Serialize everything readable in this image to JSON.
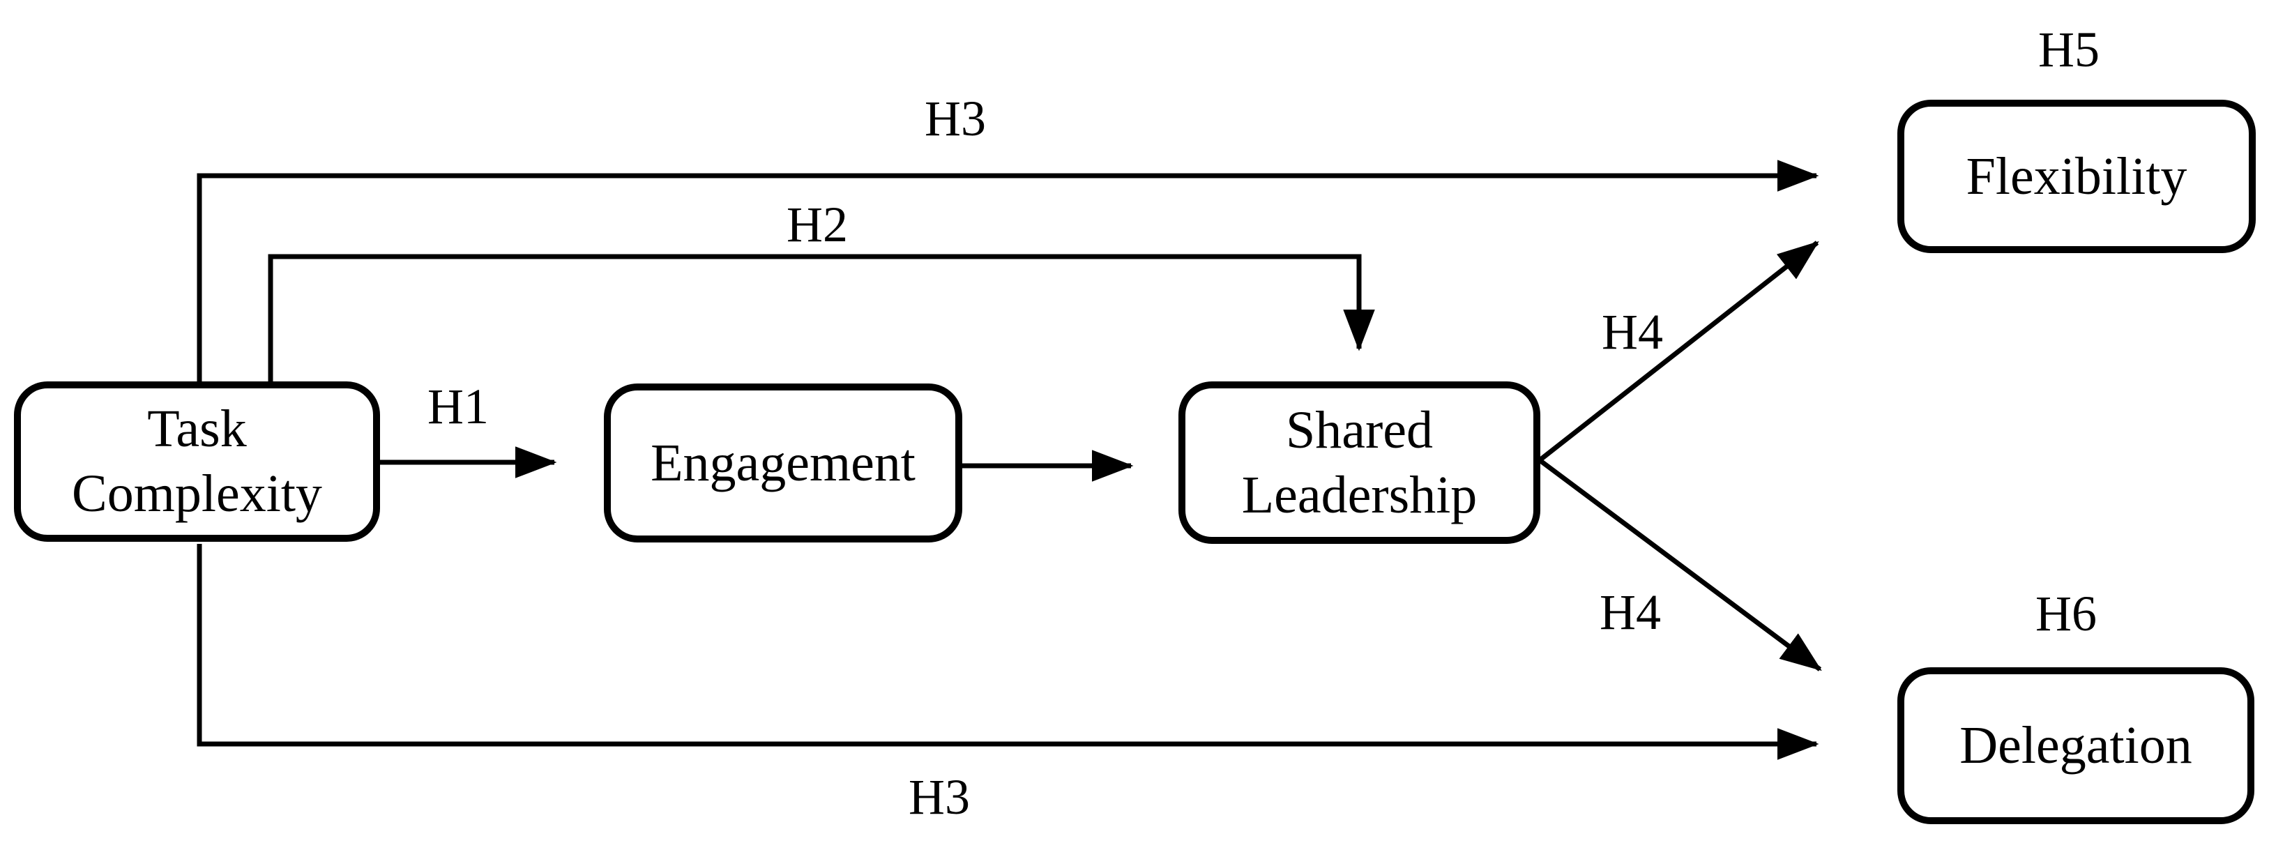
{
  "figure": {
    "background": "#ffffff",
    "ink": "#000000",
    "nodes": {
      "task_complexity": {
        "label": "Task\nComplexity"
      },
      "engagement": {
        "label": "Engagement"
      },
      "shared_leadership": {
        "label": "Shared\nLeadership"
      },
      "flexibility": {
        "label": "Flexibility"
      },
      "delegation": {
        "label": "Delegation"
      }
    },
    "hypothesis_labels": {
      "h1": "H1",
      "h2": "H2",
      "h3_top": "H3",
      "h3_bottom": "H3",
      "h4_upper": "H4",
      "h4_lower": "H4",
      "h5": "H5",
      "h6": "H6"
    },
    "edges": [
      {
        "from": "Task Complexity",
        "to": "Engagement",
        "hypothesis": "H1",
        "style": "straight-arrow"
      },
      {
        "from": "Engagement",
        "to": "Shared Leadership",
        "hypothesis": "",
        "style": "straight-arrow"
      },
      {
        "from": "Task Complexity",
        "to": "Shared Leadership",
        "hypothesis": "H2",
        "style": "elbow-arrow-over-top"
      },
      {
        "from": "Task Complexity",
        "to": "Flexibility",
        "hypothesis": "H3",
        "style": "elbow-arrow-over-top"
      },
      {
        "from": "Task Complexity",
        "to": "Delegation",
        "hypothesis": "H3",
        "style": "elbow-arrow-under-bottom"
      },
      {
        "from": "Shared Leadership",
        "to": "Flexibility",
        "hypothesis": "H4",
        "style": "diagonal-arrow"
      },
      {
        "from": "Shared Leadership",
        "to": "Delegation",
        "hypothesis": "H4",
        "style": "diagonal-arrow"
      },
      {
        "outcome": "Flexibility",
        "hypothesis": "H5"
      },
      {
        "outcome": "Delegation",
        "hypothesis": "H6"
      }
    ]
  }
}
